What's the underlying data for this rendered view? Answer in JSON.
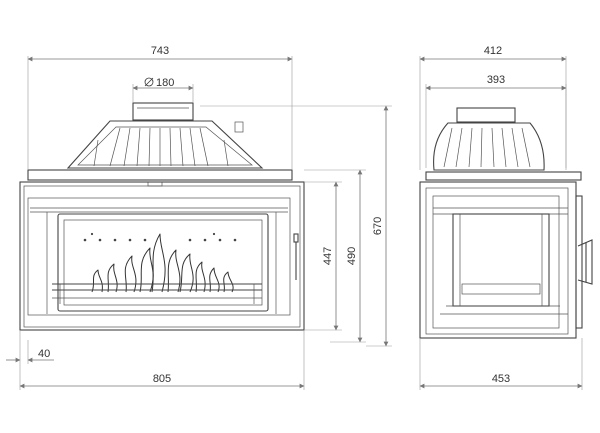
{
  "dimensions": {
    "front_top_width": "743",
    "flue_diameter": "180",
    "front_bottom_width": "805",
    "side_inset": "40",
    "height_447": "447",
    "height_490": "490",
    "height_670": "670",
    "side_top_width": "412",
    "side_inner_width": "393",
    "side_bottom_width": "453"
  },
  "colors": {
    "line": "#444444",
    "dimension": "#777777",
    "background": "#ffffff"
  }
}
